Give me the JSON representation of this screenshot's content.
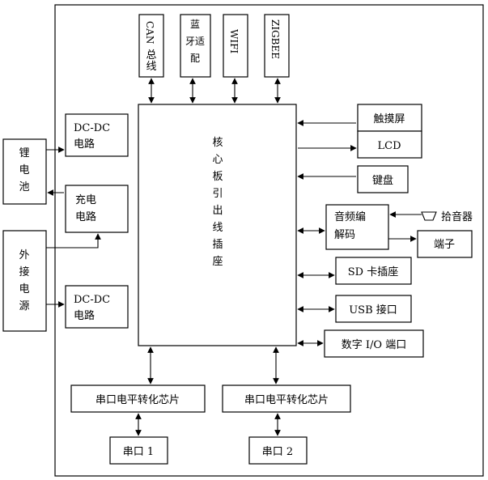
{
  "diagram": {
    "core": {
      "label": "核心板引出线插座"
    },
    "top_modules": [
      {
        "id": "can",
        "lines": [
          "CAN",
          "总线"
        ]
      },
      {
        "id": "bt",
        "lines": [
          "蓝",
          "牙适",
          "配"
        ]
      },
      {
        "id": "wifi",
        "lines": [
          "WIFI"
        ]
      },
      {
        "id": "zigbee",
        "lines": [
          "ZIGBEE"
        ]
      }
    ],
    "left_modules": {
      "dcdc_top": {
        "line1": "DC-DC",
        "line2": "电路"
      },
      "charge": {
        "line1": "充电",
        "line2": "电路"
      },
      "dcdc_bottom": {
        "line1": "DC-DC",
        "line2": "电路"
      },
      "battery": {
        "label": "锂电池"
      },
      "ext_power": {
        "label": "外接电源"
      }
    },
    "right_modules": {
      "touch": {
        "label": "触摸屏"
      },
      "lcd": {
        "label": "LCD"
      },
      "keyboard": {
        "label": "键盘"
      },
      "codec": {
        "line1": "音频编",
        "line2": "解码"
      },
      "mic": {
        "label": "拾音器"
      },
      "terminal": {
        "label": "端子"
      },
      "sd": {
        "label": "SD 卡插座"
      },
      "usb": {
        "label": "USB 接口"
      },
      "dio": {
        "label": "数字 I/O 端口"
      }
    },
    "bottom_modules": {
      "conv1": {
        "label": "串口电平转化芯片"
      },
      "conv2": {
        "label": "串口电平转化芯片"
      },
      "serial1": {
        "label": "串口 1"
      },
      "serial2": {
        "label": "串口 2"
      }
    }
  }
}
